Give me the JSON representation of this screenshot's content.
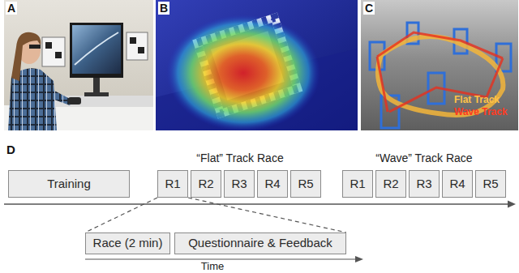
{
  "diagram": {
    "nodes": [
      {
        "text": [
          "Training"
        ]
      },
      {
        "text": [
          "R1"
        ]
      },
      {
        "text": [
          "R2"
        ]
      },
      {
        "text": [
          "R3"
        ]
      },
      {
        "text": [
          "R4"
        ]
      },
      {
        "text": [
          "R5"
        ]
      },
      {
        "text": [
          "R1"
        ]
      },
      {
        "text": [
          "R2"
        ]
      },
      {
        "text": [
          "R3"
        ]
      },
      {
        "text": [
          "R4"
        ]
      },
      {
        "text": [
          "R5"
        ]
      },
      {
        "text": [
          "Race (2 min)"
        ]
      },
      {
        "text": [
          "Questionnaire & Feedback"
        ]
      }
    ],
    "edges": [
      {
        "from": 1,
        "to": 11,
        "arrow": "none"
      },
      {
        "from": 1,
        "to": 12,
        "arrow": "none"
      }
    ],
    "labels": [
      "A",
      "B",
      "C",
      "Flat Track",
      "Wave Track",
      "D",
      "“Flat” Track Race",
      "“Wave” Track Race",
      "Time"
    ]
  }
}
